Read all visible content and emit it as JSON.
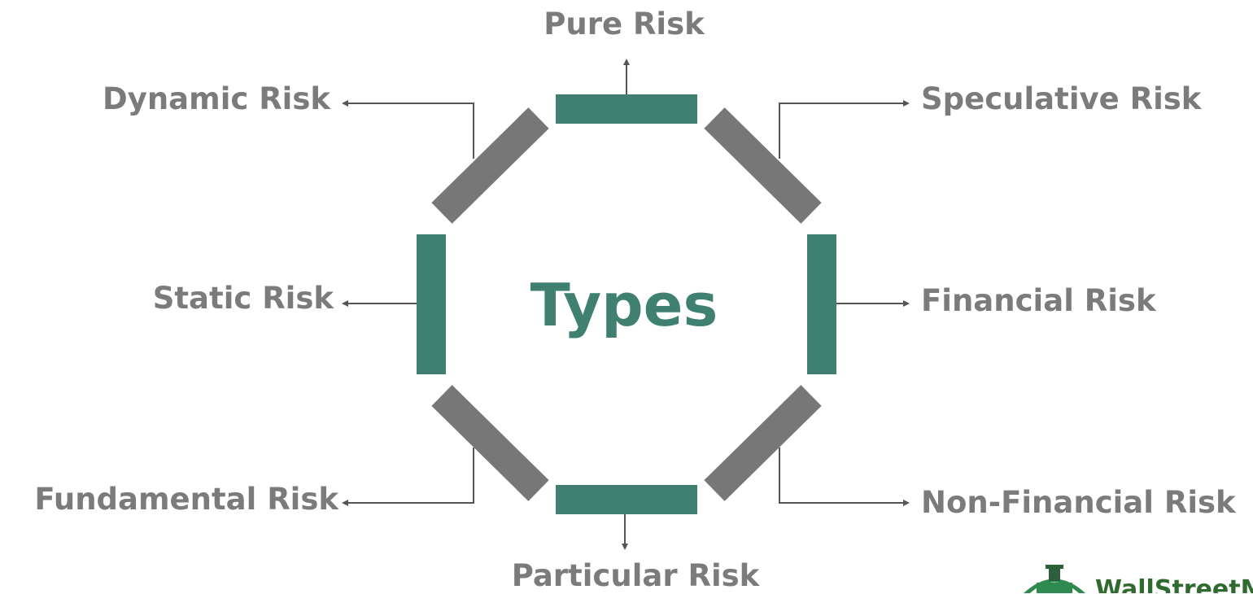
{
  "center": {
    "title": "Types"
  },
  "types": {
    "pure_risk": "Pure Risk",
    "speculative_risk": "Speculative Risk",
    "financial_risk": "Financial Risk",
    "non_financial_risk": "Non-Financial Risk",
    "particular_risk": "Particular Risk",
    "fundamental_risk": "Fundamental Risk",
    "static_risk": "Static Risk",
    "dynamic_risk": "Dynamic Risk"
  },
  "logo": {
    "text": "WallStreetMojo"
  },
  "colors": {
    "accent": "#3f8070",
    "segment_gray": "#777777",
    "label_gray": "#7b7b7b",
    "connector": "#555555",
    "logo_green": "#2f6b2f"
  }
}
